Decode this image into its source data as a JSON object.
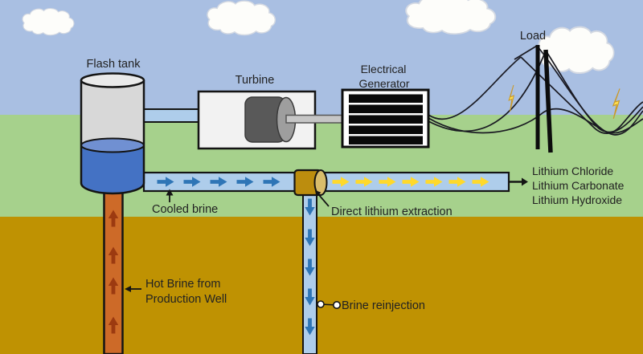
{
  "diagram": {
    "labels": {
      "flash_tank": "Flash tank",
      "turbine": "Turbine",
      "generator_line1": "Electrical",
      "generator_line2": "Generator",
      "load": "Load",
      "cooled_brine": "Cooled brine",
      "direct_lithium_extraction": "Direct lithium extraction",
      "hot_brine_line1": "Hot Brine from",
      "hot_brine_line2": "Production Well",
      "brine_reinjection": "Brine reinjection",
      "product_line1": "Lithium Chloride",
      "product_line2": "Lithium Carbonate",
      "product_line3": "Lithium Hydroxide"
    },
    "colors": {
      "sky": "#a9bfe2",
      "grass": "#a6d18c",
      "ground": "#bf9202",
      "cloud": "#fdfdfa",
      "pipe_blue": "#aecdeb",
      "arrow_blue": "#2e75b6",
      "arrow_yellow": "#ffd92b",
      "arrow_rust": "#9c3a10",
      "well_pipe_orange": "#cd6a28",
      "tank_body_gray": "#d8d8d8",
      "tank_top_gray": "#eaeaea",
      "brine_water_blue": "#4472c4",
      "brine_surface_blue": "#7090d2",
      "turbine_box": "#f2f2f2",
      "turbine_drum": "#595959",
      "turbine_drum_face": "#9e9e9e",
      "shaft_gray": "#c6c6c6",
      "generator_bar": "#0a0a0a",
      "dle_body_gold": "#bc8d0e",
      "dle_face_tan": "#d9bd6b",
      "lightning_yellow": "#ffe14f",
      "outline": "#141414",
      "text": "#222222"
    }
  }
}
